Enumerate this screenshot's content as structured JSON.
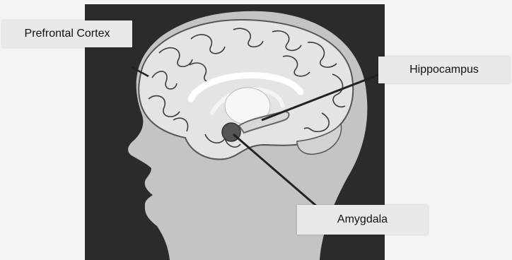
{
  "labels": {
    "prefrontal": "Prefrontal Cortex",
    "hippocampus": "Hippocampus",
    "amygdala": "Amygdala"
  },
  "colors": {
    "background": "#2b2b2b",
    "head": "#c4c4c4",
    "brain": "#e4e4e4",
    "amygdala": "#555555",
    "leader_line": "#222222"
  }
}
